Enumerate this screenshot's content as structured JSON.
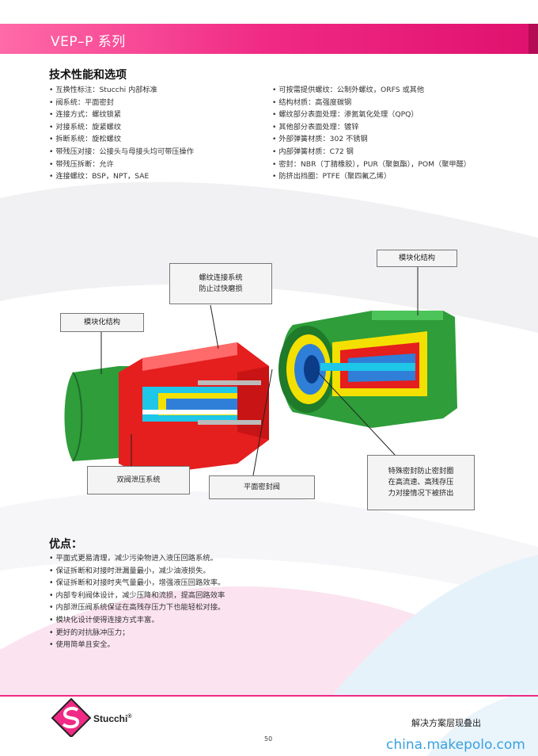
{
  "header": {
    "title": "VEP–P 系列"
  },
  "specs": {
    "heading": "技术性能和选项",
    "left": [
      "互换性标注：Stucchi 内部标准",
      "阀系统：平面密封",
      "连接方式：螺纹锁紧",
      "对接系统：旋紧螺纹",
      "拆断系统：旋松螺纹",
      "带残压对接：公接头与母接头均可带压操作",
      "带残压拆断：允许",
      "连接螺纹：BSP，NPT，SAE"
    ],
    "right": [
      "可按需提供螺纹：公制外螺纹，ORFS 或其他",
      "结构材质：高强度碳钢",
      "螺纹部分表面处理：渗氮氧化处理（QPQ）",
      "其他部分表面处理：镀锌",
      "外部弹簧材质：302 不锈钢",
      "内部弹簧材质：C72 钢",
      "密封：NBR（丁腈橡胶），PUR（聚氨酯），POM（聚甲醛）",
      "防挤出挡圈：PTFE（聚四氟乙烯）"
    ]
  },
  "callouts": {
    "modular_right": "模块化结构",
    "thread_system": "螺纹连接系统\n防止过快磨损",
    "modular_left": "模块化结构",
    "double_valve": "双阀泄压系统",
    "flat_valve": "平面密封阀",
    "special_seal": "特殊密封防止密封圈\n在高流速、高残存压\n力对接情况下被挤出"
  },
  "advantages": {
    "heading": "优点：",
    "items": [
      "平面式更易清理，减少污染物进入液压回路系统。",
      "保证拆断和对接时泄漏量最小，减少油液损失。",
      "保证拆断和对接时夹气量最小，增强液压回路效率。",
      "内部专利阀体设计，减少压降和流损，提高回路效率",
      "内部泄压阀系统保证在高残存压力下也能轻松对接。",
      "模块化设计使得连接方式丰富。",
      "更好的对抗脉冲压力；",
      "使用简单且安全。"
    ]
  },
  "footer": {
    "brand": "Stucchi",
    "registered": "®",
    "slogan": "解决方案层现叠出",
    "page_number": "50",
    "watermark": "china.makepolo.com"
  },
  "colors": {
    "accent": "#f02a85",
    "body_green": "#2e9d3a",
    "body_red": "#e51e1e",
    "yellow": "#f4e000",
    "blue": "#2f7fd8"
  }
}
